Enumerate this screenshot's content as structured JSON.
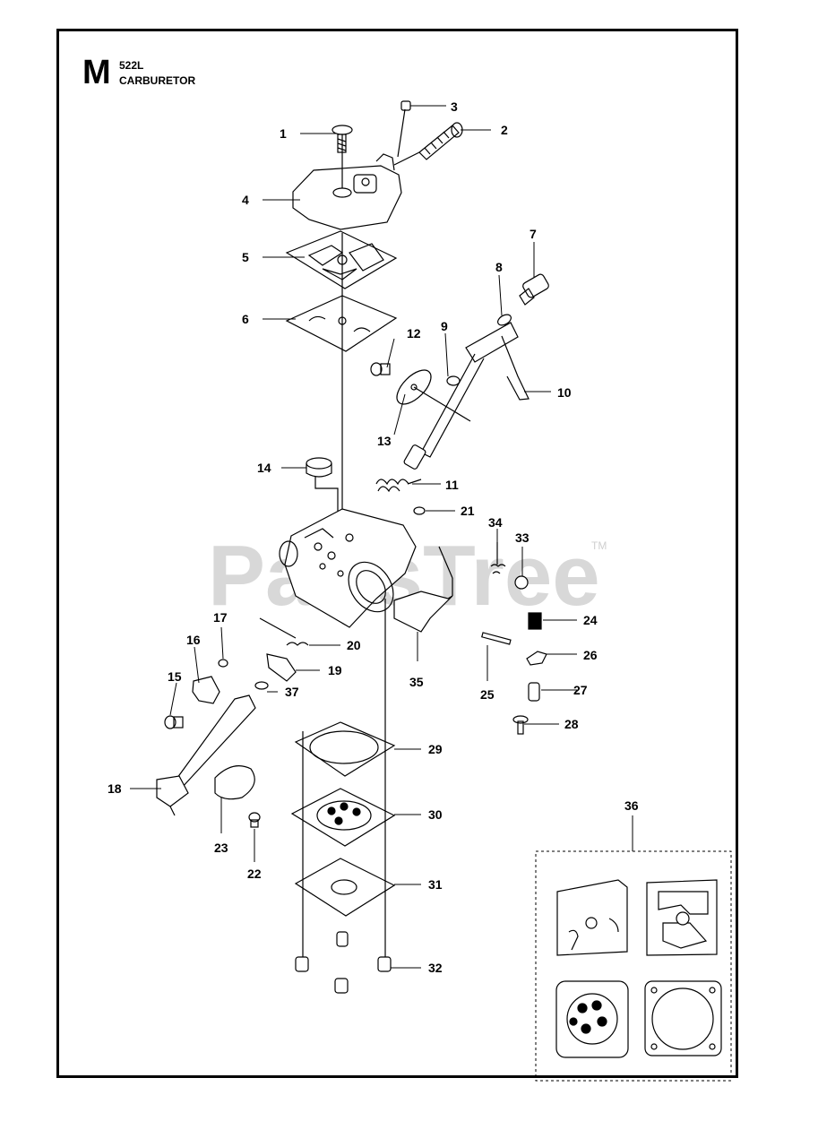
{
  "header": {
    "section": "M",
    "model": "522L",
    "title": "CARBURETOR"
  },
  "watermark": {
    "text": "PartsTree",
    "mark": "TM"
  },
  "callouts": [
    "1",
    "2",
    "3",
    "4",
    "5",
    "6",
    "7",
    "8",
    "9",
    "10",
    "11",
    "12",
    "13",
    "14",
    "15",
    "16",
    "17",
    "18",
    "19",
    "20",
    "21",
    "22",
    "23",
    "24",
    "25",
    "26",
    "27",
    "28",
    "29",
    "30",
    "31",
    "32",
    "33",
    "34",
    "35",
    "36",
    "37"
  ],
  "colors": {
    "line": "#000000",
    "watermark": "#d8d8d8",
    "background": "#ffffff"
  }
}
